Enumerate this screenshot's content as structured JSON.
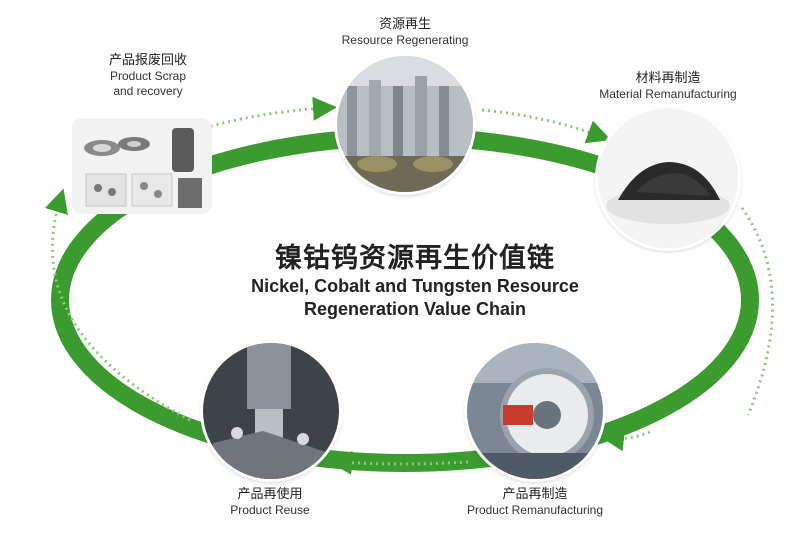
{
  "title": {
    "cn": "镍钴钨资源再生价值链",
    "en_line1": "Nickel, Cobalt and Tungsten Resource",
    "en_line2": "Regeneration Value Chain"
  },
  "nodes": {
    "scrap": {
      "cn": "产品报废回收",
      "en_line1": "Product Scrap",
      "en_line2": "and recovery"
    },
    "regenerating": {
      "cn": "资源再生",
      "en": "Resource Regenerating"
    },
    "material": {
      "cn": "材料再制造",
      "en": "Material Remanufacturing"
    },
    "remanufacturing": {
      "cn": "产品再制造",
      "en": "Product  Remanufacturing"
    },
    "reuse": {
      "cn": "产品再使用",
      "en": "Product  Reuse"
    }
  },
  "colors": {
    "ring": "#3c9b2e",
    "arrow": "#4aa23a",
    "dotted": "#8cc97f"
  }
}
